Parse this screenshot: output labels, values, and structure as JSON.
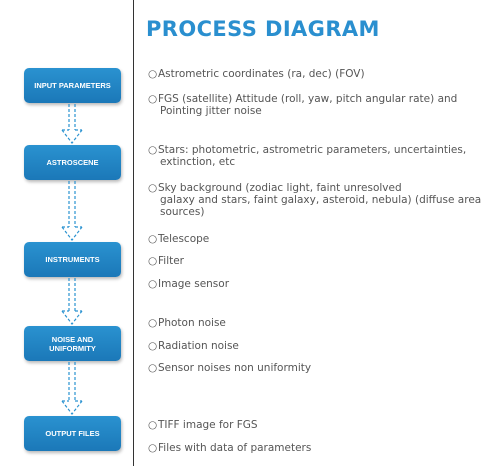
{
  "title": "PROCESS DIAGRAM",
  "colors": {
    "accent": "#2a8fcf",
    "box_fill": "#1b78b8",
    "text": "#555555"
  },
  "stages": [
    {
      "label": "INPUT PARAMETERS"
    },
    {
      "label": "ASTROSCENE"
    },
    {
      "label": "INSTRUMENTS"
    },
    {
      "label": "NOISE AND UNIFORMITY"
    },
    {
      "label": "OUTPUT FILES"
    }
  ],
  "bullets": {
    "input": [
      {
        "lines": [
          "Astrometric coordinates  (ra, dec) (FOV)"
        ]
      },
      {
        "lines": [
          "FGS (satellite) Attitude  (roll, yaw, pitch angular rate) and",
          "Pointing jitter noise"
        ]
      }
    ],
    "astroscene": [
      {
        "lines": [
          "Stars: photometric, astrometric parameters, uncertainties,",
          "extinction, etc"
        ]
      },
      {
        "lines": [
          "Sky background (zodiac light, faint unresolved",
          "galaxy and stars, faint galaxy, asteroid, nebula)  (diffuse area",
          "sources)"
        ]
      }
    ],
    "instruments": [
      {
        "lines": [
          "Telescope"
        ]
      },
      {
        "lines": [
          "Filter"
        ]
      },
      {
        "lines": [
          "Image sensor"
        ]
      }
    ],
    "noise": [
      {
        "lines": [
          "Photon noise"
        ]
      },
      {
        "lines": [
          "Radiation noise"
        ]
      },
      {
        "lines": [
          "Sensor noises non uniformity"
        ]
      }
    ],
    "output": [
      {
        "lines": [
          "TIFF image for FGS"
        ]
      },
      {
        "lines": [
          "Files with data of parameters"
        ]
      }
    ]
  }
}
